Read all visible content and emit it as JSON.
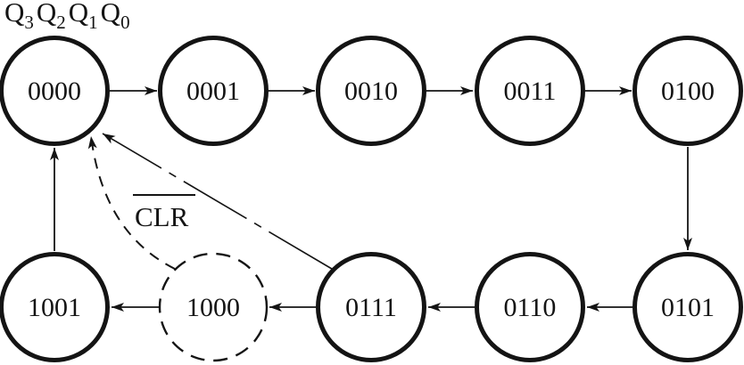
{
  "register_label": [
    {
      "letter": "Q",
      "subscript": "3"
    },
    {
      "letter": "Q",
      "subscript": "2"
    },
    {
      "letter": "Q",
      "subscript": "1"
    },
    {
      "letter": "Q",
      "subscript": "0"
    }
  ],
  "states": {
    "s0000": {
      "label": "0000",
      "style": "solid"
    },
    "s0001": {
      "label": "0001",
      "style": "solid"
    },
    "s0010": {
      "label": "0010",
      "style": "solid"
    },
    "s0011": {
      "label": "0011",
      "style": "solid"
    },
    "s0100": {
      "label": "0100",
      "style": "solid"
    },
    "s0101": {
      "label": "0101",
      "style": "solid"
    },
    "s0110": {
      "label": "0110",
      "style": "solid"
    },
    "s0111": {
      "label": "0111",
      "style": "solid"
    },
    "s1000": {
      "label": "1000",
      "style": "dashed"
    },
    "s1001": {
      "label": "1001",
      "style": "solid"
    }
  },
  "clr_label": "CLR",
  "colors": {
    "ink": "#141414",
    "background": "#ffffff"
  }
}
